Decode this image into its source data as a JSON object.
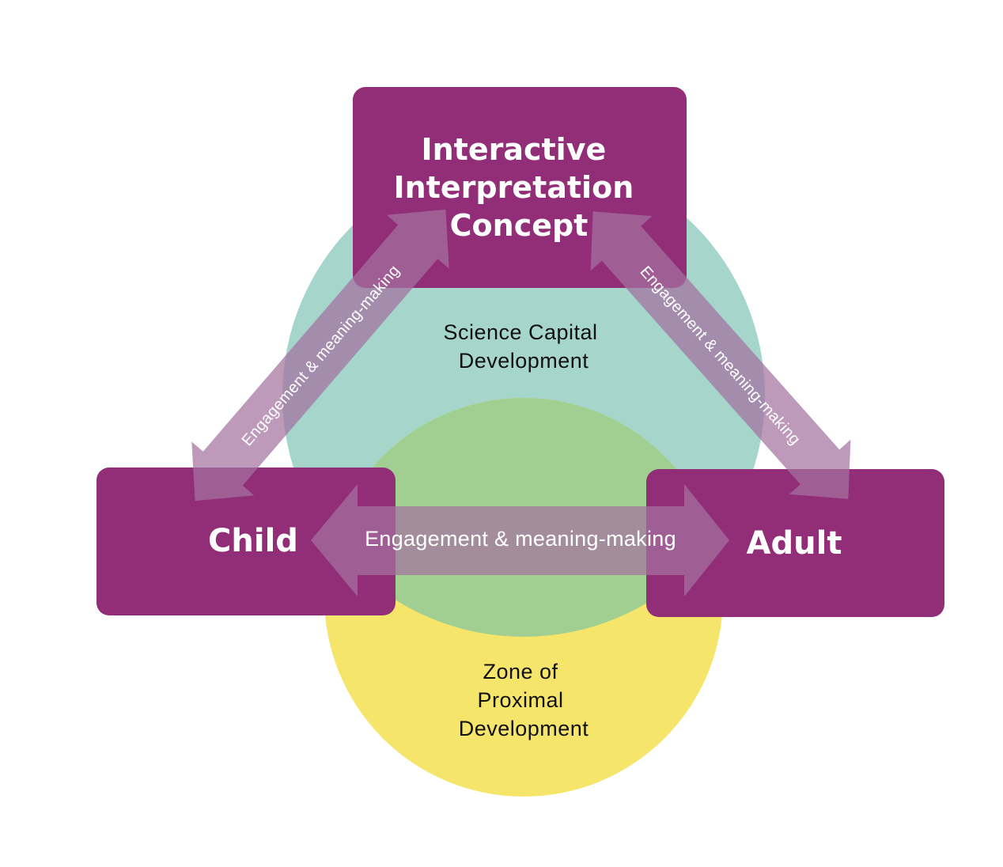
{
  "colors": {
    "box": "#922e77",
    "teal_circle": "#a5d5cb",
    "yellow_circle": "#f5e56b",
    "green_overlap": "#a1cf92",
    "arrow": "#a472a0",
    "text_light": "#ffffff",
    "text_dark": "#111111"
  },
  "nodes": {
    "top": {
      "lines": [
        "Interactive",
        "Interpretation",
        "Concept"
      ]
    },
    "left": {
      "label": "Child"
    },
    "right": {
      "label": "Adult"
    }
  },
  "circles": {
    "science_capital": {
      "lines": [
        "Science Capital",
        "Development"
      ]
    },
    "zpd": {
      "lines": [
        "Zone of",
        "Proximal",
        "Development"
      ]
    }
  },
  "arrows": {
    "horizontal": {
      "label": "Engagement & meaning-making"
    },
    "left_diagonal": {
      "label": "Engagement & meaning-making"
    },
    "right_diagonal": {
      "label": "Engagement & meaning-making"
    }
  }
}
